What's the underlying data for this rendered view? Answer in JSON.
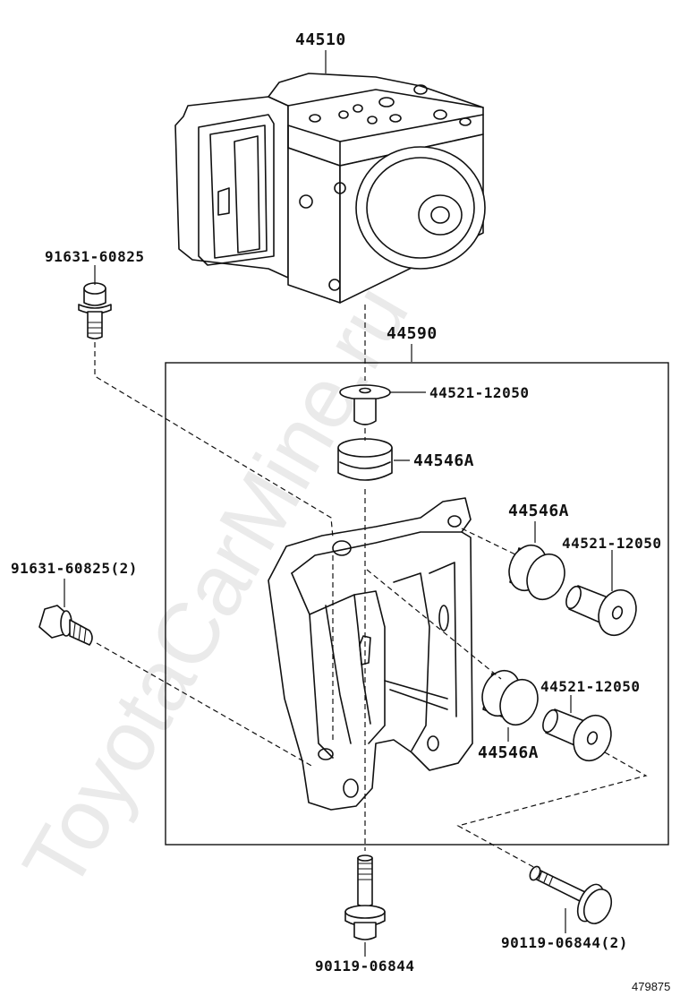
{
  "labels": {
    "actuator": "44510",
    "bracket_set": "44590",
    "bolt_top_left": "91631-60825",
    "bolt_left": "91631-60825(2)",
    "collar_top": "44521-12050",
    "cushion_top": "44546A",
    "cushion_right_upper": "44546A",
    "collar_right_upper": "44521-12050",
    "collar_right_lower": "44521-12050",
    "cushion_right_lower": "44546A",
    "bolt_bottom": "90119-06844",
    "bolt_bottom_right": "90119-06844(2)"
  },
  "figure_number": "479875",
  "watermark": "ToyotaCarMine.ru"
}
